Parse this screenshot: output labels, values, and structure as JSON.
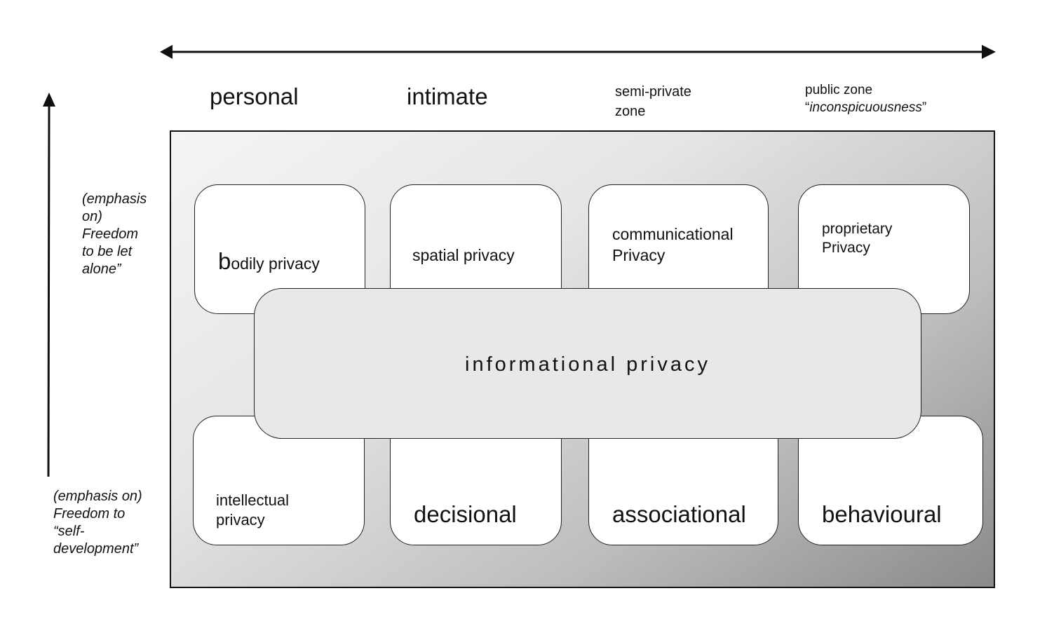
{
  "columns": {
    "personal": "personal",
    "intimate": "intimate",
    "semi_private_line1": "semi-private",
    "semi_private_line2": "zone",
    "public_line1": "public zone",
    "public_open_quote": "“",
    "public_italic": "inconspicuousness",
    "public_close_quote": "”"
  },
  "side": {
    "top_lines": [
      "(emphasis",
      "on)",
      "Freedom",
      "to be  let",
      "alone”"
    ],
    "bottom_lines": [
      "(emphasis on)",
      "Freedom to",
      "“self-",
      "development”"
    ]
  },
  "boxes": {
    "bodily_first": "b",
    "bodily_rest": "odily privacy",
    "spatial": "spatial privacy",
    "communicational_line1": "communicational",
    "communicational_line2": "Privacy",
    "proprietary_line1": "proprietary",
    "proprietary_line2": "Privacy",
    "intellectual_line1": "intellectual",
    "intellectual_line2": "privacy",
    "decisional": "decisional",
    "associational": "associational",
    "behavioural": "behavioural"
  },
  "center": {
    "label": "informational privacy"
  }
}
